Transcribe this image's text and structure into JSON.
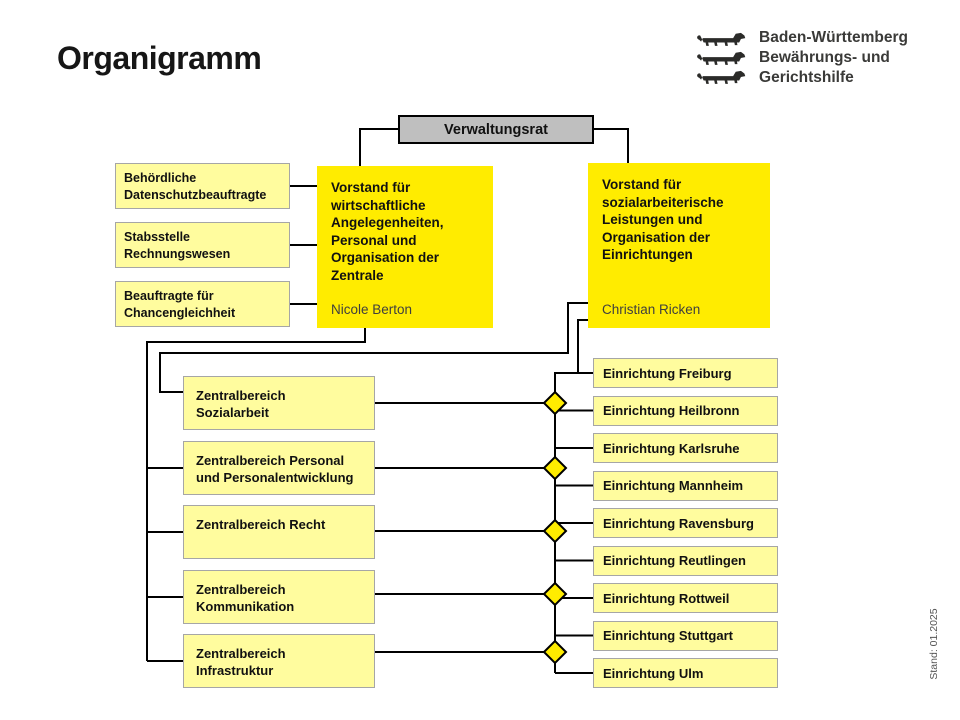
{
  "page": {
    "title": "Organigramm",
    "stand": "Stand: 01.2025"
  },
  "logo": {
    "icon": "bw-lions-icon",
    "lines": [
      "Baden-Württemberg",
      "Bewährungs- und",
      "Gerichtshilfe"
    ]
  },
  "org": {
    "root": {
      "label": "Verwaltungsrat"
    },
    "board": [
      {
        "title": "Vorstand für wirtschaftliche Angelegenheiten, Personal und Organisation der Zentrale",
        "name": "Nicole Berton"
      },
      {
        "title": "Vorstand für sozialarbeiterische Leistungen und Organisation der Einrichtungen",
        "name": "Christian Ricken"
      }
    ],
    "staff_units": [
      {
        "label": "Behördliche Datenschutzbeauftragte"
      },
      {
        "label": "Stabsstelle Rechnungswesen"
      },
      {
        "label": "Beauftragte für Chancengleichheit"
      }
    ],
    "central_divisions": [
      {
        "label": "Zentralbereich Sozialarbeit"
      },
      {
        "label": "Zentralbereich Personal und Personalentwicklung"
      },
      {
        "label": "Zentralbereich Recht"
      },
      {
        "label": "Zentralbereich Kommunikation"
      },
      {
        "label": "Zentralbereich Infrastruktur"
      }
    ],
    "facilities": [
      {
        "label": "Einrichtung Freiburg"
      },
      {
        "label": "Einrichtung Heilbronn"
      },
      {
        "label": "Einrichtung Karlsruhe"
      },
      {
        "label": "Einrichtung Mannheim"
      },
      {
        "label": "Einrichtung Ravensburg"
      },
      {
        "label": "Einrichtung Reutlingen"
      },
      {
        "label": "Einrichtung Rottweil"
      },
      {
        "label": "Einrichtung Stuttgart"
      },
      {
        "label": "Einrichtung Ulm"
      }
    ]
  },
  "colors": {
    "accent_yellow": "#FFEC00",
    "light_yellow": "#FFFC9E",
    "box_border_gray": "#A6A6A6",
    "root_gray": "#BFBFBF",
    "line_black": "#000000"
  }
}
